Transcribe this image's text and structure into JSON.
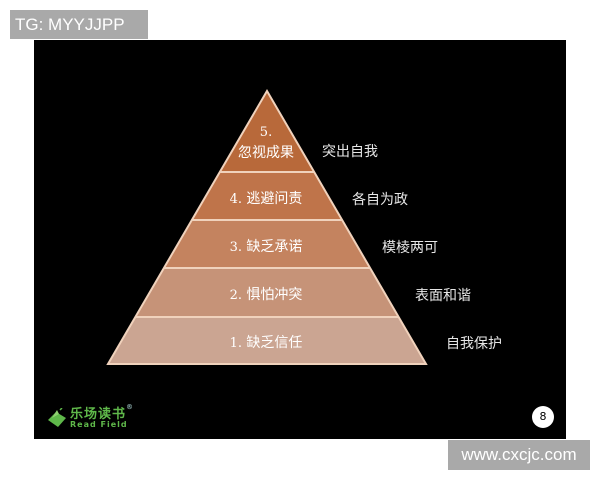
{
  "watermark_top": "TG: MYYJJPP",
  "watermark_bottom": "www.cxcjc.com",
  "pyramid": {
    "levels": [
      {
        "num": "5.",
        "label": "忽视成果",
        "side": "突出自我",
        "color": "#B8693A"
      },
      {
        "num": "4.",
        "label": "逃避问责",
        "side": "各自为政",
        "color": "#BF744A"
      },
      {
        "num": "3.",
        "label": "缺乏承诺",
        "side": "模棱两可",
        "color": "#C4835F"
      },
      {
        "num": "2.",
        "label": "惧怕冲突",
        "side": "表面和谐",
        "color": "#C69378"
      },
      {
        "num": "1.",
        "label": "缺乏信任",
        "side": "自我保护",
        "color": "#CBA592"
      }
    ],
    "separator_color": "#F0D2BC"
  },
  "logo": {
    "cn": "乐场读书",
    "en": "Read Field",
    "reg": "®",
    "icon": "book-leaf-icon"
  },
  "page_number": "8"
}
